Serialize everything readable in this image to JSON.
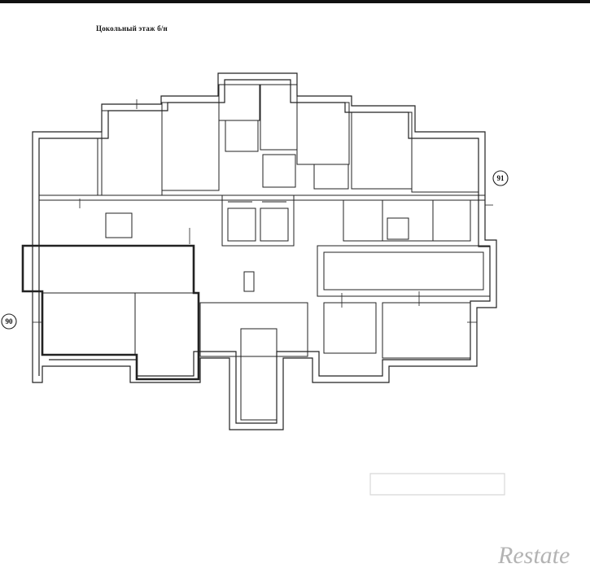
{
  "plan": {
    "title": "Цокольный этаж б/н",
    "axis_left": "90",
    "axis_right": "91"
  },
  "watermark": {
    "text": "Restate"
  }
}
